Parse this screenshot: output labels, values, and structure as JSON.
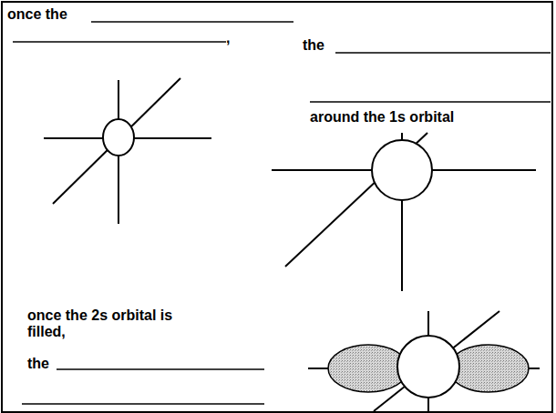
{
  "diagram": {
    "labels": [
      "once the",
      ",",
      "the",
      "around the 1s orbital",
      "once the 2s orbital is filled,",
      "the"
    ]
  }
}
